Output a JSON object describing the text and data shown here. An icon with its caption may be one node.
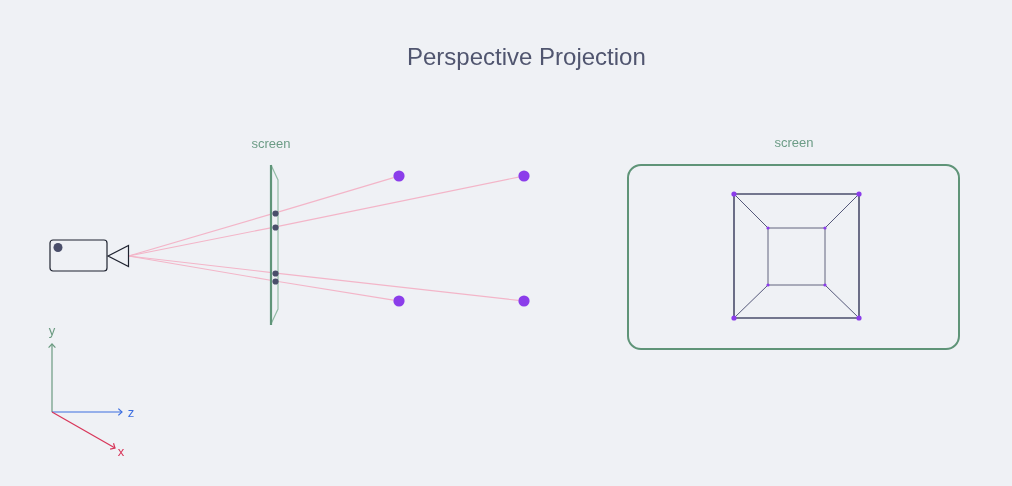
{
  "diagram": {
    "title": "Perspective Projection",
    "nodes": [
      {
        "text": [],
        "shape": "picture"
      },
      {
        "text": [
          "screen"
        ]
      },
      {
        "text": [],
        "shape": "circle",
        "in": 1
      },
      {
        "text": [],
        "shape": "circle",
        "in": 1
      },
      {
        "text": [],
        "shape": "circle",
        "in": 1
      },
      {
        "text": [],
        "shape": "circle",
        "in": 1
      },
      {
        "text": [],
        "shape": "circle"
      },
      {
        "text": [],
        "shape": "circle"
      },
      {
        "text": [],
        "shape": "circle"
      },
      {
        "text": [],
        "shape": "circle"
      },
      {
        "text": [
          "screen"
        ]
      }
    ],
    "edges": [
      {
        "from": 0,
        "to": 2,
        "arrow": "none"
      },
      {
        "from": 2,
        "to": 6,
        "arrow": "none"
      },
      {
        "from": 0,
        "to": 3,
        "arrow": "none"
      },
      {
        "from": 3,
        "to": 7,
        "arrow": "none"
      },
      {
        "from": 0,
        "to": 4,
        "arrow": "none"
      },
      {
        "from": 4,
        "to": 9,
        "arrow": "none"
      },
      {
        "from": 0,
        "to": 5,
        "arrow": "none"
      },
      {
        "from": 5,
        "to": 8,
        "arrow": "none"
      }
    ],
    "labels": [
      "y",
      "z",
      "x"
    ]
  }
}
